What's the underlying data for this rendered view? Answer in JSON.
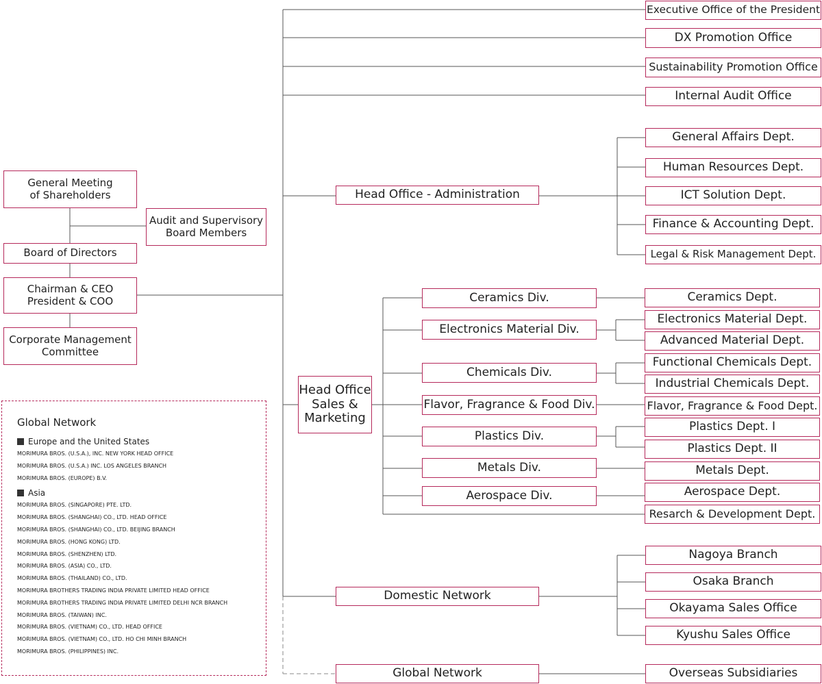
{
  "left_chain": {
    "general_meeting": "General Meeting\nof Shareholders",
    "audit_board": "Audit and Supervisory\nBoard Members",
    "board": "Board of Directors",
    "chairman": "Chairman & CEO\nPresident & COO",
    "committee": "Corporate Management\nCommittee"
  },
  "offices": {
    "exec": "Executive Office of the President",
    "dx": "DX Promotion Office",
    "sustain": "Sustainability Promotion Office",
    "audit": "Internal Audit Office"
  },
  "admin": {
    "label": "Head Office - Administration",
    "depts": [
      "General Affairs Dept.",
      "Human Resources Dept.",
      "ICT Solution Dept.",
      "Finance & Accounting Dept.",
      "Legal & Risk Management Dept."
    ]
  },
  "sales": {
    "label": "Head Office\nSales &\nMarketing",
    "divisions": [
      "Ceramics Div.",
      "Electronics Material Div.",
      "Chemicals Div.",
      "Flavor, Fragrance & Food Div.",
      "Plastics Div.",
      "Metals Div.",
      "Aerospace Div."
    ],
    "depts": [
      "Ceramics Dept.",
      "Electronics Material Dept.",
      "Advanced Material Dept.",
      "Functional Chemicals Dept.",
      "Industrial Chemicals Dept.",
      "Flavor, Fragrance & Food Dept.",
      "Plastics Dept.  I",
      "Plastics Dept.  II",
      "Metals Dept.",
      "Aerospace Dept.",
      "Resarch & Development Dept."
    ]
  },
  "domestic": {
    "label": "Domestic  Network",
    "branches": [
      "Nagoya Branch",
      "Osaka Branch",
      "Okayama Sales Office",
      "Kyushu Sales Office"
    ]
  },
  "global": {
    "label": "Global  Network",
    "subsidiaries": "Overseas Subsidiaries"
  },
  "global_panel": {
    "title": "Global Network",
    "regions": [
      {
        "name": "Europe and the United States",
        "items": [
          "MORIMURA BROS. (U.S.A.), INC. NEW YORK HEAD OFFICE",
          "MORIMURA BROS. (U.S.A.) INC. LOS ANGELES BRANCH",
          "MORIMURA BROS. (EUROPE) B.V."
        ]
      },
      {
        "name": "Asia",
        "items": [
          "MORIMURA BROS. (SINGAPORE) PTE. LTD.",
          "MORIMURA BROS. (SHANGHAI) CO., LTD. HEAD OFFICE",
          "MORIMURA BROS. (SHANGHAI) CO., LTD. BEIJING BRANCH",
          "MORIMURA BROS. (HONG KONG) LTD.",
          "MORIMURA BROS. (SHENZHEN) LTD.",
          "MORIMURA BROS. (ASIA) CO., LTD.",
          "MORIMURA BROS. (THAILAND) CO., LTD.",
          "MORIMURA BROTHERS TRADING INDIA PRIVATE LIMITED HEAD OFFICE",
          "MORIMURA BROTHERS TRADING INDIA PRIVATE LIMITED DELHI NCR BRANCH",
          "MORIMURA BROS. (TAIWAN) INC.",
          "MORIMURA BROS. (VIETNAM) CO., LTD. HEAD OFFICE",
          "MORIMURA BROS. (VIETNAM) CO., LTD. HO CHI MINH BRANCH",
          "MORIMURA BROS. (PHILIPPINES) INC."
        ]
      }
    ]
  }
}
